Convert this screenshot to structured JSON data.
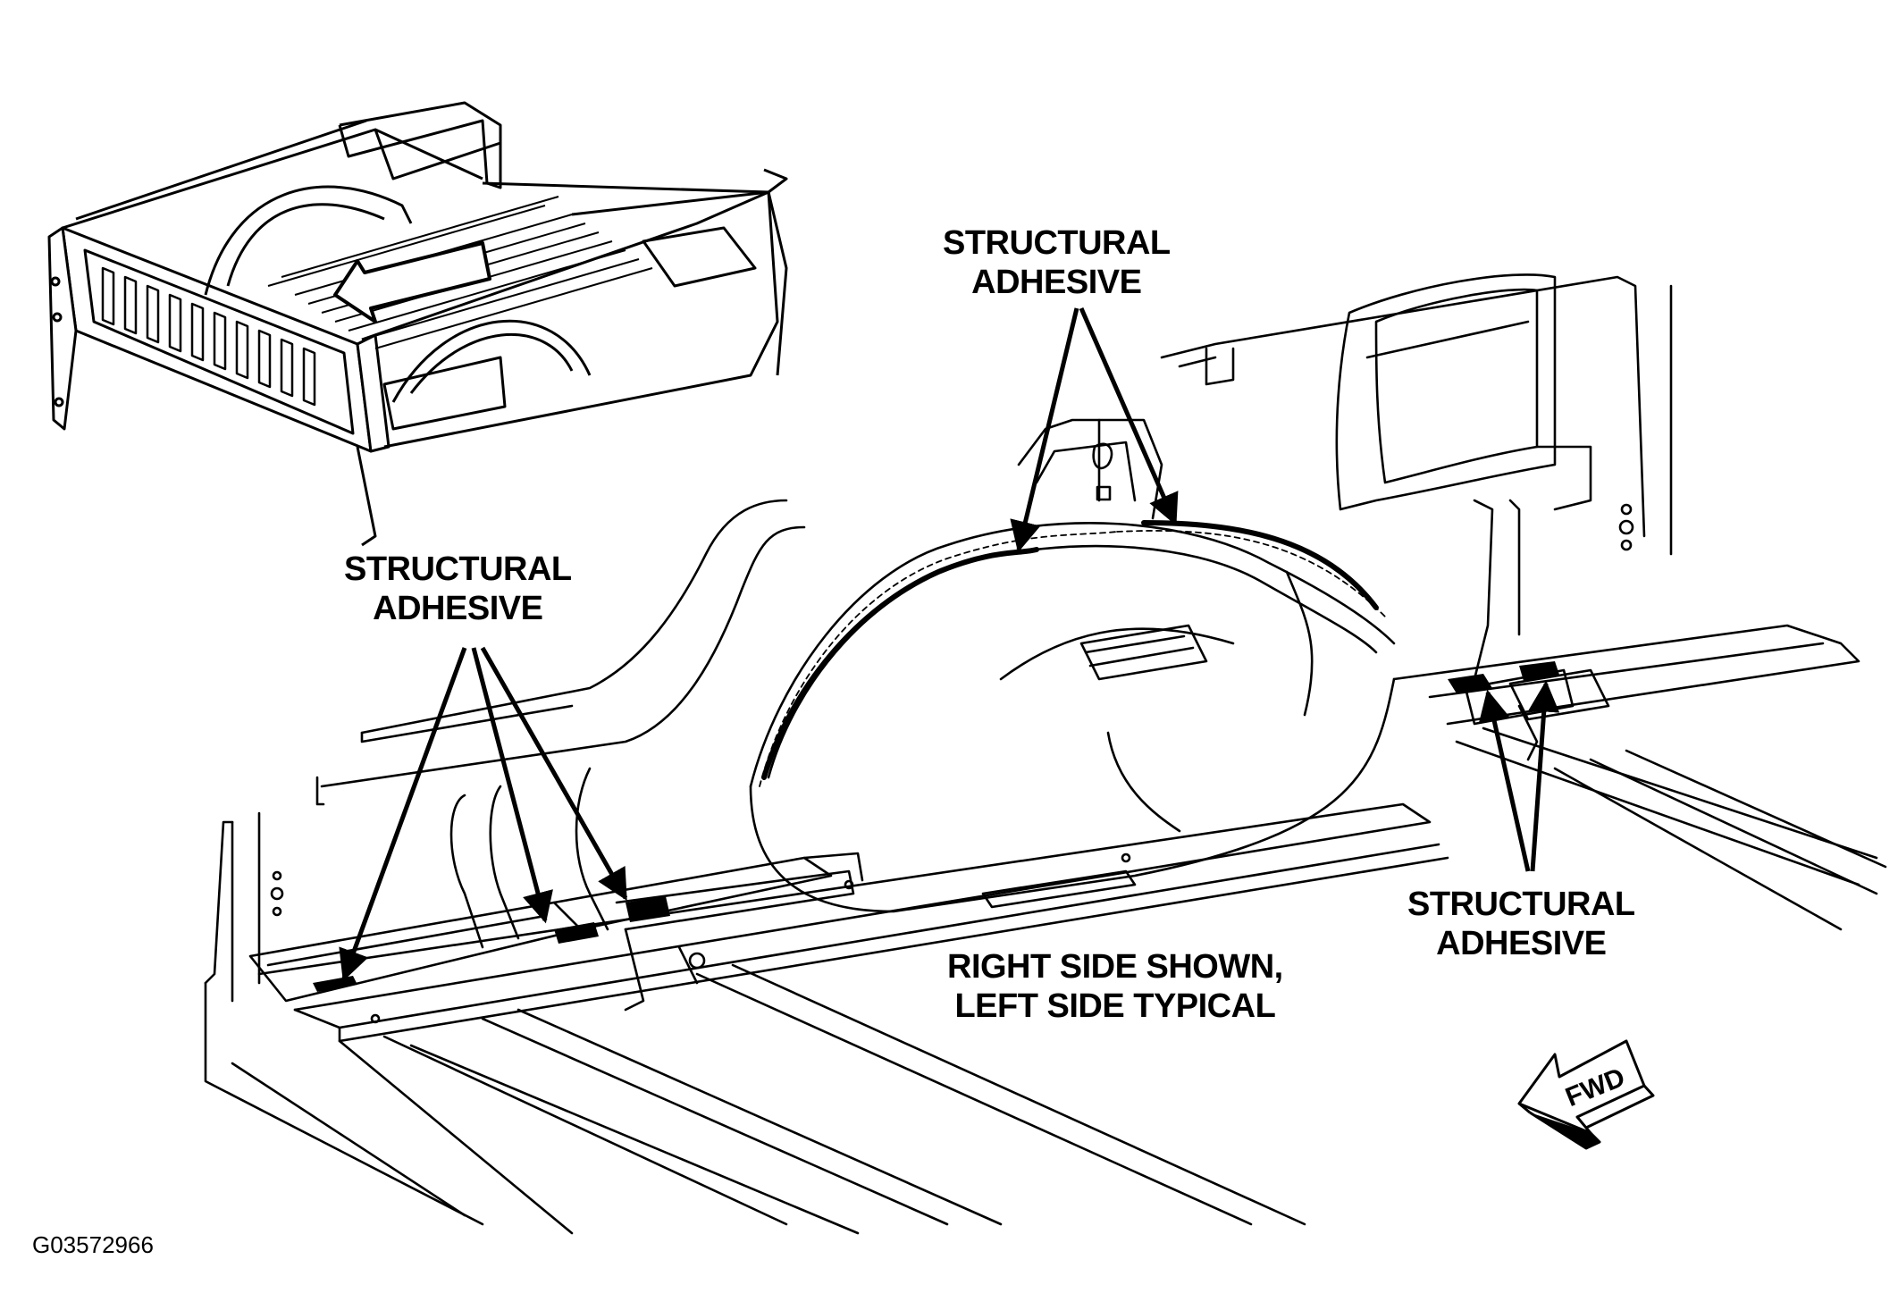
{
  "labels": {
    "adhesive_top": {
      "line1": "STRUCTURAL",
      "line2": "ADHESIVE"
    },
    "adhesive_left": {
      "line1": "STRUCTURAL",
      "line2": "ADHESIVE"
    },
    "adhesive_right": {
      "line1": "STRUCTURAL",
      "line2": "ADHESIVE"
    },
    "side_note": {
      "line1": "RIGHT SIDE SHOWN,",
      "line2": "LEFT SIDE TYPICAL"
    },
    "fwd_arrow": "FWD",
    "figure_id": "G03572966"
  },
  "colors": {
    "ink": "#000000",
    "paper": "#ffffff"
  },
  "icons": [
    "truck-bed-inset",
    "callout-arrow",
    "fwd-direction-arrow"
  ]
}
